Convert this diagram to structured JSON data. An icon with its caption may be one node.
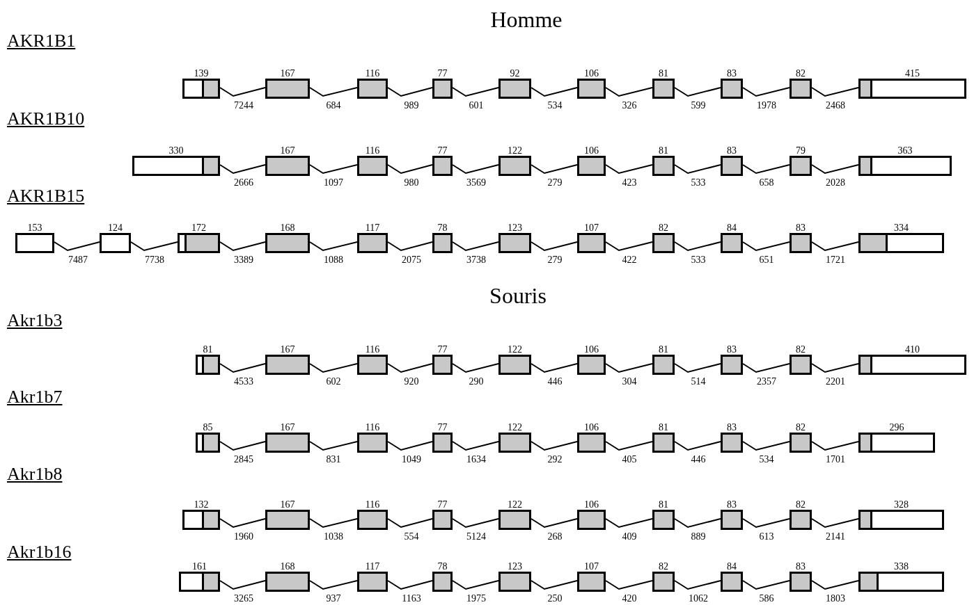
{
  "diagram": {
    "nodes": [
      {
        "text": [
          "139"
        ]
      },
      {
        "text": [
          "167"
        ]
      },
      {
        "text": [
          "116"
        ]
      },
      {
        "text": [
          "77"
        ]
      },
      {
        "text": [
          "92"
        ]
      },
      {
        "text": [
          "106"
        ]
      },
      {
        "text": [
          "81"
        ]
      },
      {
        "text": [
          "83"
        ]
      },
      {
        "text": [
          "82"
        ]
      },
      {
        "text": [
          "415"
        ]
      },
      {
        "text": [
          "330"
        ]
      },
      {
        "text": [
          "167"
        ]
      },
      {
        "text": [
          "116"
        ]
      },
      {
        "text": [
          "77"
        ]
      },
      {
        "text": [
          "122"
        ]
      },
      {
        "text": [
          "106"
        ]
      },
      {
        "text": [
          "81"
        ]
      },
      {
        "text": [
          "83"
        ]
      },
      {
        "text": [
          "79"
        ]
      },
      {
        "text": [
          "363"
        ]
      },
      {
        "text": [
          "153"
        ]
      },
      {
        "text": [
          "124"
        ]
      },
      {
        "text": [
          "172"
        ]
      },
      {
        "text": [
          "168"
        ]
      },
      {
        "text": [
          "117"
        ]
      },
      {
        "text": [
          "78"
        ]
      },
      {
        "text": [
          "123"
        ]
      },
      {
        "text": [
          "107"
        ]
      },
      {
        "text": [
          "82"
        ]
      },
      {
        "text": [
          "84"
        ]
      },
      {
        "text": [
          "83"
        ]
      },
      {
        "text": [
          "334"
        ]
      },
      {
        "text": [
          "81"
        ]
      },
      {
        "text": [
          "167"
        ]
      },
      {
        "text": [
          "116"
        ]
      },
      {
        "text": [
          "77"
        ]
      },
      {
        "text": [
          "122"
        ]
      },
      {
        "text": [
          "106"
        ]
      },
      {
        "text": [
          "81"
        ]
      },
      {
        "text": [
          "83"
        ]
      },
      {
        "text": [
          "82"
        ]
      },
      {
        "text": [
          "410"
        ]
      },
      {
        "text": [
          "85"
        ]
      },
      {
        "text": [
          "167"
        ]
      },
      {
        "text": [
          "116"
        ]
      },
      {
        "text": [
          "77"
        ]
      },
      {
        "text": [
          "122"
        ]
      },
      {
        "text": [
          "106"
        ]
      },
      {
        "text": [
          "81"
        ]
      },
      {
        "text": [
          "83"
        ]
      },
      {
        "text": [
          "82"
        ]
      },
      {
        "text": [
          "296"
        ]
      },
      {
        "text": [
          "132"
        ]
      },
      {
        "text": [
          "167"
        ]
      },
      {
        "text": [
          "116"
        ]
      },
      {
        "text": [
          "77"
        ]
      },
      {
        "text": [
          "122"
        ]
      },
      {
        "text": [
          "106"
        ]
      },
      {
        "text": [
          "81"
        ]
      },
      {
        "text": [
          "83"
        ]
      },
      {
        "text": [
          "82"
        ]
      },
      {
        "text": [
          "328"
        ]
      },
      {
        "text": [
          "161"
        ]
      },
      {
        "text": [
          "168"
        ]
      },
      {
        "text": [
          "117"
        ]
      },
      {
        "text": [
          "78"
        ]
      },
      {
        "text": [
          "123"
        ]
      },
      {
        "text": [
          "107"
        ]
      },
      {
        "text": [
          "82"
        ]
      },
      {
        "text": [
          "84"
        ]
      },
      {
        "text": [
          "83"
        ]
      },
      {
        "text": [
          "338"
        ]
      }
    ],
    "edges": [
      {
        "from": 0,
        "to": 1,
        "arrow": "none",
        "label": "7244"
      },
      {
        "from": 1,
        "to": 2,
        "arrow": "none",
        "label": "684"
      },
      {
        "from": 2,
        "to": 3,
        "arrow": "none",
        "label": "989"
      },
      {
        "from": 3,
        "to": 4,
        "arrow": "none",
        "label": "601"
      },
      {
        "from": 4,
        "to": 5,
        "arrow": "none",
        "label": "534"
      },
      {
        "from": 5,
        "to": 6,
        "arrow": "none",
        "label": "326"
      },
      {
        "from": 6,
        "to": 7,
        "arrow": "none",
        "label": "599"
      },
      {
        "from": 7,
        "to": 8,
        "arrow": "none",
        "label": "1978"
      },
      {
        "from": 8,
        "to": 9,
        "arrow": "none",
        "label": "2468"
      },
      {
        "from": 10,
        "to": 11,
        "arrow": "none",
        "label": "2666"
      },
      {
        "from": 11,
        "to": 12,
        "arrow": "none",
        "label": "1097"
      },
      {
        "from": 12,
        "to": 13,
        "arrow": "none",
        "label": "980"
      },
      {
        "from": 13,
        "to": 14,
        "arrow": "none",
        "label": "3569"
      },
      {
        "from": 14,
        "to": 15,
        "arrow": "none",
        "label": "279"
      },
      {
        "from": 15,
        "to": 16,
        "arrow": "none",
        "label": "423"
      },
      {
        "from": 16,
        "to": 17,
        "arrow": "none",
        "label": "533"
      },
      {
        "from": 17,
        "to": 18,
        "arrow": "none",
        "label": "658"
      },
      {
        "from": 18,
        "to": 19,
        "arrow": "none",
        "label": "2028"
      },
      {
        "from": 20,
        "to": 21,
        "arrow": "none",
        "label": "7487"
      },
      {
        "from": 21,
        "to": 22,
        "arrow": "none",
        "label": "7738"
      },
      {
        "from": 22,
        "to": 23,
        "arrow": "none",
        "label": "3389"
      },
      {
        "from": 23,
        "to": 24,
        "arrow": "none",
        "label": "1088"
      },
      {
        "from": 24,
        "to": 25,
        "arrow": "none",
        "label": "2075"
      },
      {
        "from": 25,
        "to": 26,
        "arrow": "none",
        "label": "3738"
      },
      {
        "from": 26,
        "to": 27,
        "arrow": "none",
        "label": "279"
      },
      {
        "from": 27,
        "to": 28,
        "arrow": "none",
        "label": "422"
      },
      {
        "from": 28,
        "to": 29,
        "arrow": "none",
        "label": "533"
      },
      {
        "from": 29,
        "to": 30,
        "arrow": "none",
        "label": "651"
      },
      {
        "from": 30,
        "to": 31,
        "arrow": "none",
        "label": "1721"
      },
      {
        "from": 32,
        "to": 33,
        "arrow": "none",
        "label": "4533"
      },
      {
        "from": 33,
        "to": 34,
        "arrow": "none",
        "label": "602"
      },
      {
        "from": 34,
        "to": 35,
        "arrow": "none",
        "label": "920"
      },
      {
        "from": 35,
        "to": 36,
        "arrow": "none",
        "label": "290"
      },
      {
        "from": 36,
        "to": 37,
        "arrow": "none",
        "label": "446"
      },
      {
        "from": 37,
        "to": 38,
        "arrow": "none",
        "label": "304"
      },
      {
        "from": 38,
        "to": 39,
        "arrow": "none",
        "label": "514"
      },
      {
        "from": 39,
        "to": 40,
        "arrow": "none",
        "label": "2357"
      },
      {
        "from": 40,
        "to": 41,
        "arrow": "none",
        "label": "2201"
      },
      {
        "from": 42,
        "to": 43,
        "arrow": "none",
        "label": "2845"
      },
      {
        "from": 43,
        "to": 44,
        "arrow": "none",
        "label": "831"
      },
      {
        "from": 44,
        "to": 45,
        "arrow": "none",
        "label": "1049"
      },
      {
        "from": 45,
        "to": 46,
        "arrow": "none",
        "label": "1634"
      },
      {
        "from": 46,
        "to": 47,
        "arrow": "none",
        "label": "292"
      },
      {
        "from": 47,
        "to": 48,
        "arrow": "none",
        "label": "405"
      },
      {
        "from": 48,
        "to": 49,
        "arrow": "none",
        "label": "446"
      },
      {
        "from": 49,
        "to": 50,
        "arrow": "none",
        "label": "534"
      },
      {
        "from": 50,
        "to": 51,
        "arrow": "none",
        "label": "1701"
      },
      {
        "from": 52,
        "to": 53,
        "arrow": "none",
        "label": "1960"
      },
      {
        "from": 53,
        "to": 54,
        "arrow": "none",
        "label": "1038"
      },
      {
        "from": 54,
        "to": 55,
        "arrow": "none",
        "label": "554"
      },
      {
        "from": 55,
        "to": 56,
        "arrow": "none",
        "label": "5124"
      },
      {
        "from": 56,
        "to": 57,
        "arrow": "none",
        "label": "268"
      },
      {
        "from": 57,
        "to": 58,
        "arrow": "none",
        "label": "409"
      },
      {
        "from": 58,
        "to": 59,
        "arrow": "none",
        "label": "889"
      },
      {
        "from": 59,
        "to": 60,
        "arrow": "none",
        "label": "613"
      },
      {
        "from": 60,
        "to": 61,
        "arrow": "none",
        "label": "2141"
      },
      {
        "from": 62,
        "to": 63,
        "arrow": "none",
        "label": "3265"
      },
      {
        "from": 63,
        "to": 64,
        "arrow": "none",
        "label": "937"
      },
      {
        "from": 64,
        "to": 65,
        "arrow": "none",
        "label": "1163"
      },
      {
        "from": 65,
        "to": 66,
        "arrow": "none",
        "label": "1975"
      },
      {
        "from": 66,
        "to": 67,
        "arrow": "none",
        "label": "250"
      },
      {
        "from": 67,
        "to": 68,
        "arrow": "none",
        "label": "420"
      },
      {
        "from": 68,
        "to": 69,
        "arrow": "none",
        "label": "1062"
      },
      {
        "from": 69,
        "to": 70,
        "arrow": "none",
        "label": "586"
      },
      {
        "from": 70,
        "to": 71,
        "arrow": "none",
        "label": "1803"
      }
    ],
    "labels": [
      "Homme",
      "AKR1B1",
      "AKR1B10",
      "AKR1B15",
      "Souris",
      "Akr1b3",
      "Akr1b7",
      "Akr1b8",
      "Akr1b16"
    ]
  }
}
